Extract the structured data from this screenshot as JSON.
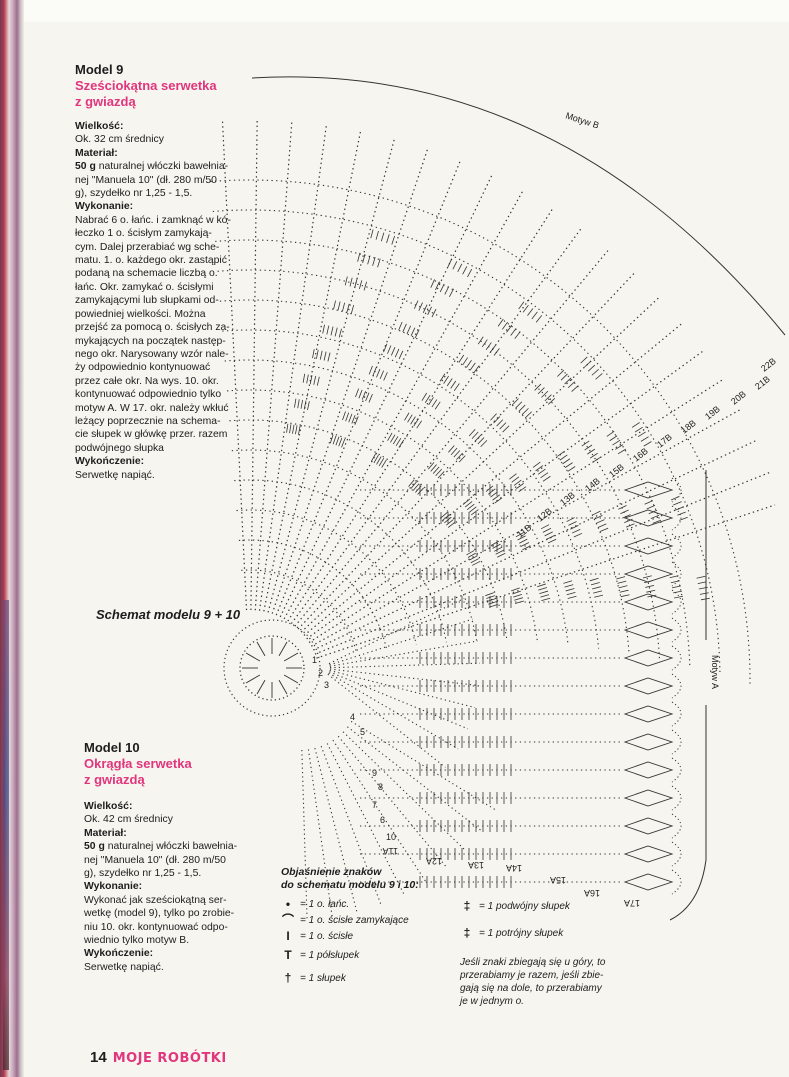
{
  "model9": {
    "title": "Model 9",
    "subtitle_l1": "Sześciokątna serwetka",
    "subtitle_l2": "z gwiazdą",
    "size_label": "Wielkość:",
    "size_value": "Ok. 32 cm średnicy",
    "material_label": "Materiał:",
    "material_bold": "50 g",
    "material_lines": [
      "naturalnej włóczki bawełnia-",
      "nej \"Manuela 10\" (dł. 280 m/50",
      "g), szydełko nr 1,25 - 1,5."
    ],
    "execution_label": "Wykonanie:",
    "execution_lines": [
      "Nabrać 6 o. łańc. i zamknąć w kó-",
      "łeczko 1 o. ścisłym zamykają-",
      "cym. Dalej przerabiać wg sche-",
      "matu. 1. o. każdego okr. zastąpić",
      "podaną na schemacie liczbą o.",
      "łańc. Okr. zamykać o. ścisłymi",
      "zamykającymi lub słupkami od-",
      "powiedniej wielkości. Można",
      "przejść za pomocą o. ścisłych za-",
      "mykających na początek następ-",
      "nego okr. Narysowany wzór nale-",
      "ży odpowiednio kontynuować",
      "przez całe okr. Na wys. 10. okr.",
      "kontynuować odpowiednio tylko",
      "motyw A. W 17. okr. należy wkłuć",
      "leżący poprzecznie na schema-",
      "cie słupek w główkę przer. razem",
      "podwójnego słupka"
    ],
    "finishing_label": "Wykończenie:",
    "finishing_value": "Serwetkę napiąć."
  },
  "schema_title": "Schemat modelu 9 + 10",
  "model10": {
    "title": "Model 10",
    "subtitle_l1": "Okrągła serwetka",
    "subtitle_l2": "z gwiazdą",
    "size_label": "Wielkość:",
    "size_value": "Ok. 42 cm średnicy",
    "material_label": "Materiał:",
    "material_bold": "50 g",
    "material_lines": [
      "naturalnej włóczki bawełnia-",
      "nej \"Manuela 10\" (dł. 280 m/50",
      "g), szydełko nr 1,25 - 1,5."
    ],
    "execution_label": "Wykonanie:",
    "execution_lines": [
      "Wykonać jak sześciokątną ser-",
      "wetkę (model 9), tylko po zrobie-",
      "niu 10. okr. kontynuować odpo-",
      "wiednio tylko motyw B."
    ],
    "finishing_label": "Wykończenie:",
    "finishing_value": "Serwetkę napiąć."
  },
  "legend": {
    "title_l1": "Objaśnienie znaków",
    "title_l2": "do schematu modelu 9 i 10:",
    "items": [
      "= 1 o. łańc.",
      "= 1 o. ścisłe zamykające",
      "= 1 o. ścisłe",
      "= 1 półsłupek",
      "= 1 słupek"
    ],
    "items_right": [
      "= 1 podwójny słupek",
      "= 1 potrójny słupek"
    ],
    "note_lines": [
      "Jeśli znaki zbiegają się u góry, to",
      "przerabiamy je razem, jeśli zbie-",
      "gają się na dole, to przerabiamy",
      "je w jednym o."
    ]
  },
  "diagram_labels": {
    "motyw_b": "Motyw B",
    "motyw_a": "Motyw A",
    "rounds_b": [
      "11B",
      "12B",
      "13B",
      "14B",
      "15B",
      "16B",
      "17B",
      "18B",
      "19B",
      "20B",
      "21B",
      "22B"
    ],
    "rounds_a": [
      "11A",
      "12A",
      "13A",
      "14A",
      "15A",
      "16A",
      "17A"
    ],
    "rounds_inner": [
      "1",
      "2",
      "3",
      "4",
      "5",
      "6",
      "7",
      "8",
      "9",
      "10"
    ]
  },
  "footer": {
    "page": "14",
    "brand": "MOJE ROBÓTKI"
  }
}
